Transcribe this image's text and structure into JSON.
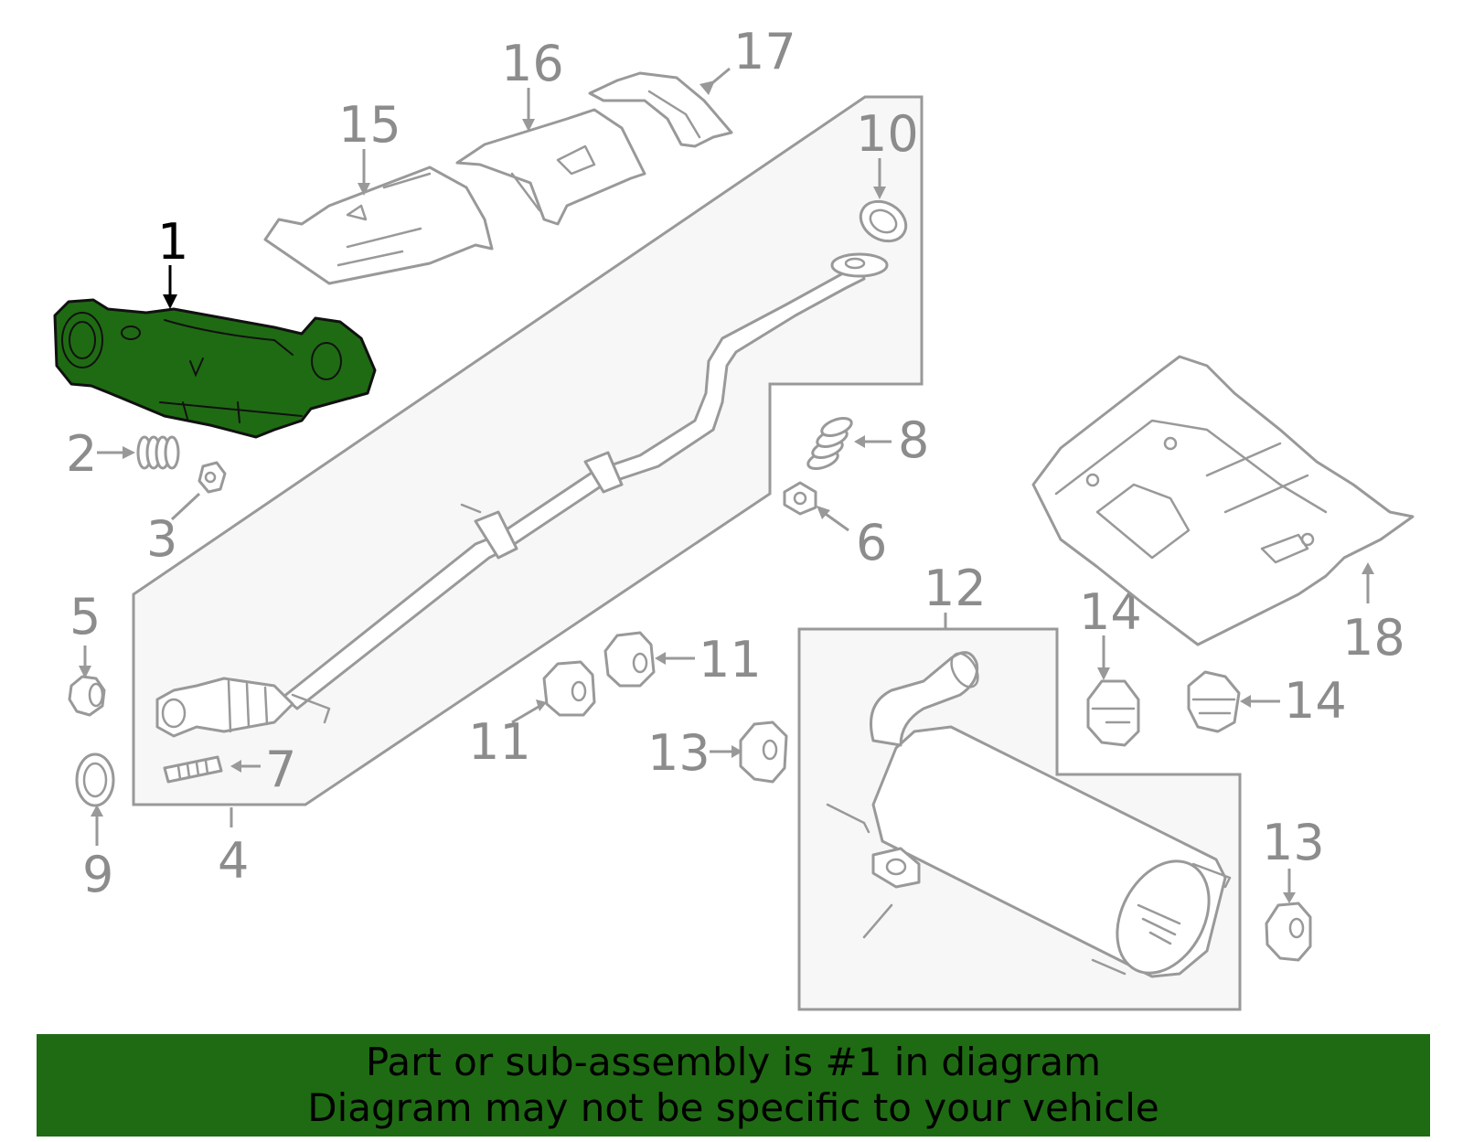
{
  "colors": {
    "highlight_fill": "#1f6b13",
    "part_stroke": "#999999",
    "callout_text": "#8c8c8c",
    "banner_background": "#1f6b13",
    "banner_text": "#000000"
  },
  "callouts": {
    "c1": "1",
    "c2": "2",
    "c3": "3",
    "c4": "4",
    "c5": "5",
    "c6": "6",
    "c7": "7",
    "c8": "8",
    "c9": "9",
    "c10": "10",
    "c11a": "11",
    "c11b": "11",
    "c12": "12",
    "c13a": "13",
    "c13b": "13",
    "c14a": "14",
    "c14b": "14",
    "c15": "15",
    "c16": "16",
    "c17": "17",
    "c18": "18"
  },
  "highlighted_part": "1",
  "banner": {
    "line1": "Part or sub-assembly is #1 in diagram",
    "line2": "Diagram may not be specific to your vehicle"
  }
}
